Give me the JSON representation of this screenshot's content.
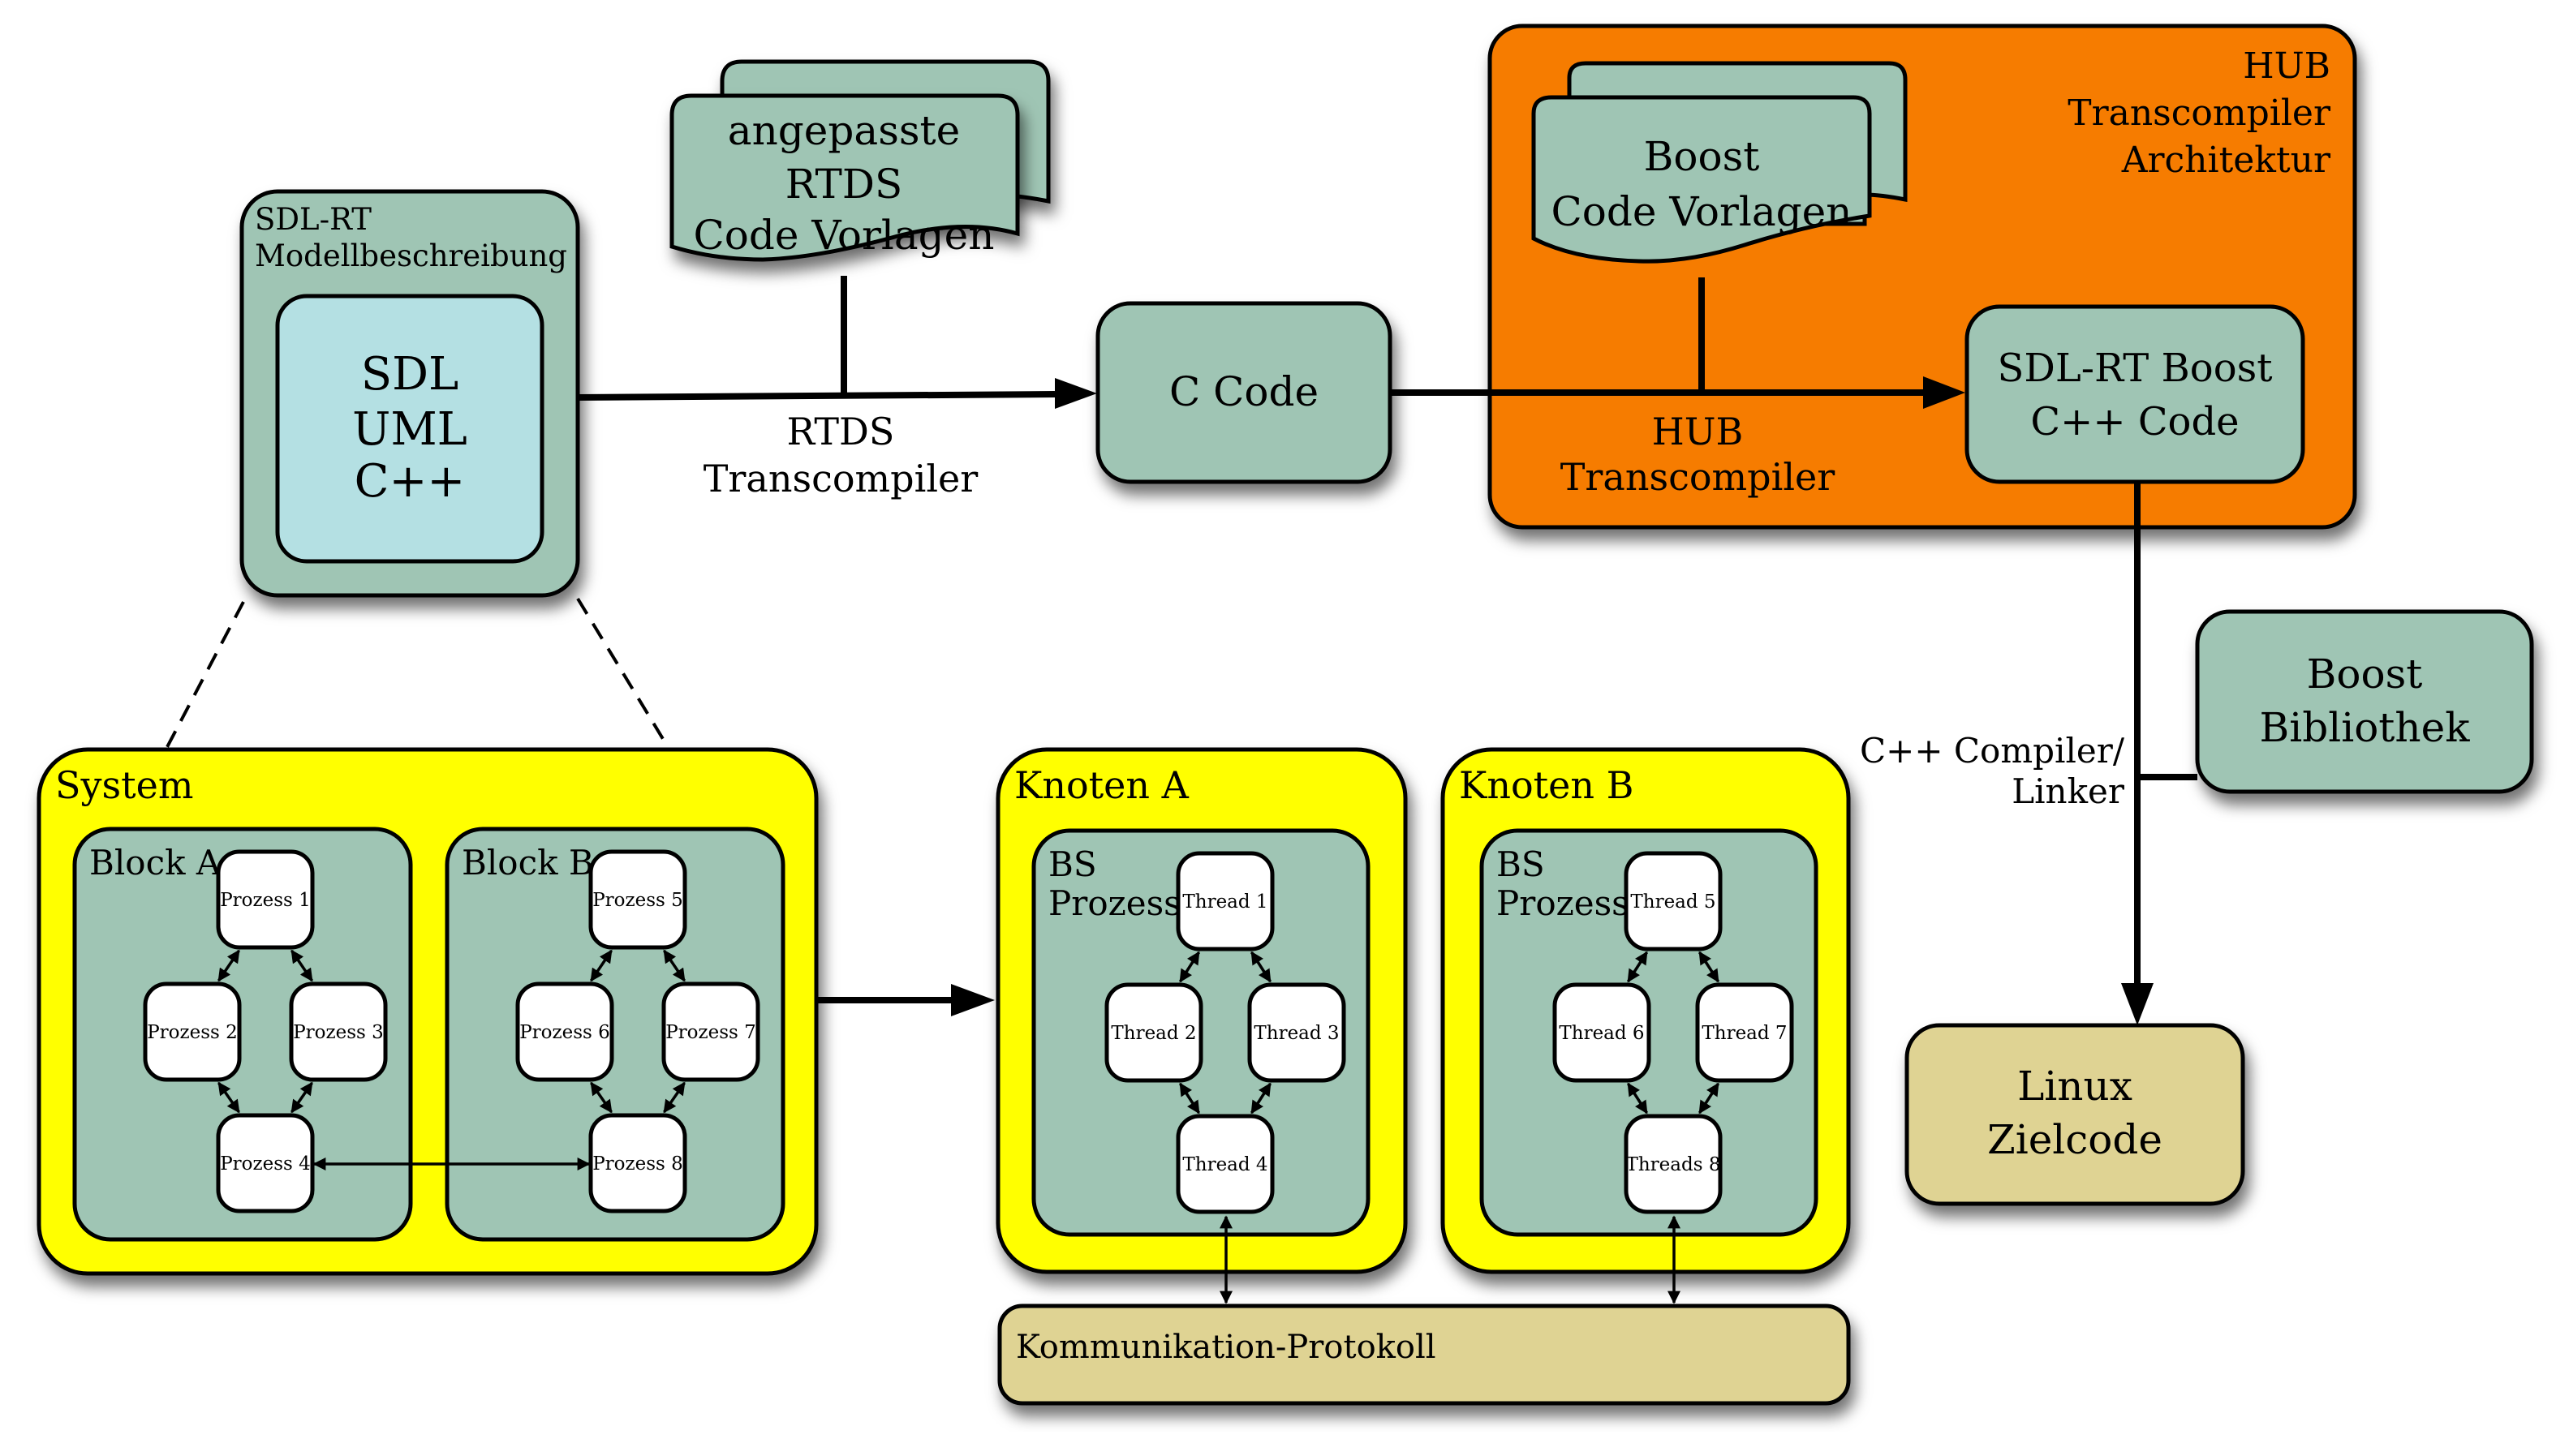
{
  "colors": {
    "teal": "#9fc5b4",
    "light_cyan": "#b4e0e3",
    "orange": "#f67c00",
    "yellow": "#ffff00",
    "khaki": "#dfd393",
    "white": "#ffffff",
    "stroke": "#000000"
  },
  "model": {
    "title_line1": "SDL-RT",
    "title_line2": "Modellbeschreibung",
    "inner_line1": "SDL",
    "inner_line2": "UML",
    "inner_line3": "C++"
  },
  "rtds_templates": {
    "line1": "angepasste",
    "line2": "RTDS",
    "line3": "Code Vorlagen"
  },
  "rtds_transcompiler": {
    "line1": "RTDS",
    "line2": "Transcompiler"
  },
  "c_code": {
    "label": "C Code"
  },
  "hub": {
    "title_line1": "HUB",
    "title_line2": "Transcompiler",
    "title_line3": "Architektur",
    "templates_line1": "Boost",
    "templates_line2": "Code Vorlagen",
    "transcompiler_line1": "HUB",
    "transcompiler_line2": "Transcompiler",
    "output_line1": "SDL-RT Boost",
    "output_line2": "C++ Code"
  },
  "compiler": {
    "line1": "C++ Compiler/",
    "line2": "Linker"
  },
  "boost_library": {
    "line1": "Boost",
    "line2": "Bibliothek"
  },
  "target": {
    "line1": "Linux",
    "line2": "Zielcode"
  },
  "system": {
    "title": "System",
    "blocks": [
      {
        "title": "Block A",
        "nodes": [
          "Prozess 1",
          "Prozess 2",
          "Prozess 3",
          "Prozess 4"
        ]
      },
      {
        "title": "Block B",
        "nodes": [
          "Prozess 5",
          "Prozess 6",
          "Prozess 7",
          "Prozess 8"
        ]
      }
    ]
  },
  "knoten": [
    {
      "title": "Knoten A",
      "process_line1": "BS",
      "process_line2": "Prozess",
      "nodes": [
        "Thread 1",
        "Thread 2",
        "Thread 3",
        "Thread 4"
      ]
    },
    {
      "title": "Knoten B",
      "process_line1": "BS",
      "process_line2": "Prozess",
      "nodes": [
        "Thread 5",
        "Thread 6",
        "Thread 7",
        "Threads 8"
      ]
    }
  ],
  "protocol": {
    "label": "Kommunikation-Protokoll"
  }
}
